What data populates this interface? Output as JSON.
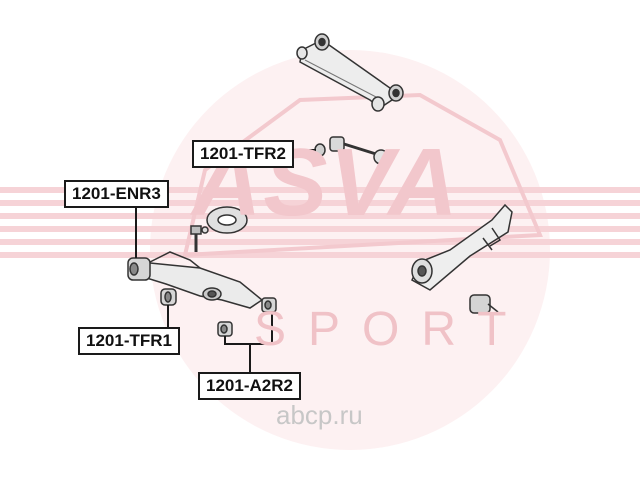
{
  "watermark": {
    "brand": "ASVA",
    "subbrand": "SPORT",
    "site": "abcp.ru"
  },
  "parts": {
    "tfr2": "1201-TFR2",
    "enr3": "1201-ENR3",
    "tfr1": "1201-TFR1",
    "a2r2": "1201-A2R2"
  },
  "colors": {
    "watermark": "#f2c7cc",
    "leader": "#1a1a1a"
  }
}
